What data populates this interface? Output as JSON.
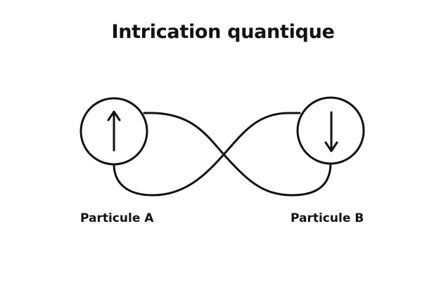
{
  "title": "Intrication quantique",
  "particles": [
    {
      "label": "Particule A",
      "spin": "up",
      "icon": "arrow-up-icon"
    },
    {
      "label": "Particule B",
      "spin": "down",
      "icon": "arrow-down-icon"
    }
  ],
  "colors": {
    "stroke": "#111111",
    "background": "#ffffff"
  }
}
